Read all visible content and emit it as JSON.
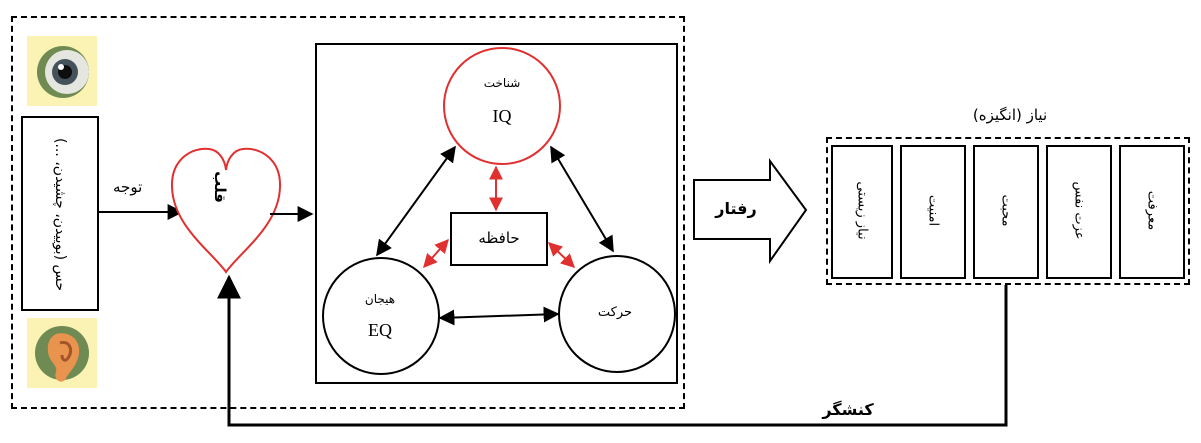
{
  "senses": {
    "eye_icon": "eye-icon",
    "ear_icon": "ear-icon",
    "sense_label": "حس (بوییدن، چشیدن، ...)"
  },
  "attention_label": "توجه",
  "heart": {
    "label": "قلب",
    "color": "#e03030"
  },
  "brain": {
    "cognition": {
      "title": "شناخت",
      "code": "IQ",
      "color": "#e03030"
    },
    "emotion": {
      "title": "هیجان",
      "code": "EQ"
    },
    "movement": {
      "title": "حرکت"
    },
    "memory": {
      "title": "حافظه"
    }
  },
  "behavior_label": "رفتار",
  "needs": {
    "title": "نیاز (انگیزه)",
    "items": [
      "معرفت",
      "عزت نفس",
      "محبت",
      "امنیت",
      "نیاز زیستی"
    ]
  },
  "effort_label": "کنشگر",
  "colors": {
    "accent_red": "#e03030",
    "icon_bg": "#fbf3b4"
  }
}
